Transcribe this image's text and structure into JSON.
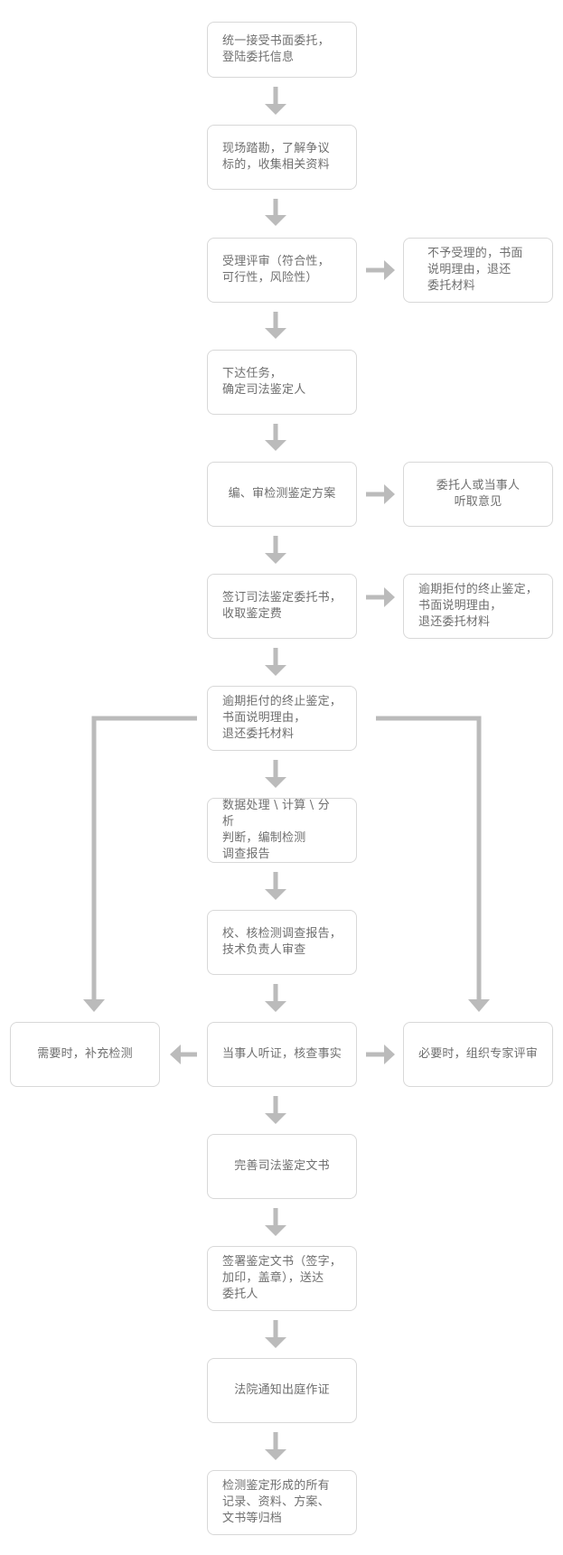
{
  "steps": [
    {
      "label": "统一接受书面委托，\n登陆委托信息"
    },
    {
      "label": "现场踏勘，了解争议\n标的，收集相关资料"
    },
    {
      "label": "受理评审（符合性，\n可行性，风险性）"
    },
    {
      "label": "下达任务，\n确定司法鉴定人"
    },
    {
      "label": "编、审检测鉴定方案"
    },
    {
      "label": "签订司法鉴定委托书，\n收取鉴定费"
    },
    {
      "label": "逾期拒付的终止鉴定，\n书面说明理由，\n退还委托材料"
    },
    {
      "label": "数据处理 \\ 计算 \\ 分析\n判断，编制检测\n调查报告"
    },
    {
      "label": "校、核检测调查报告，\n技术负责人审查"
    },
    {
      "label": "当事人听证，核查事实"
    },
    {
      "label": "完善司法鉴定文书"
    },
    {
      "label": "签署鉴定文书（签字，\n加印，盖章），送达\n委托人"
    },
    {
      "label": "法院通知出庭作证"
    },
    {
      "label": "检测鉴定形成的所有\n记录、资料、方案、\n文书等归档"
    }
  ],
  "side_notes": {
    "reject": {
      "label": "不予受理的，书面\n说明理由，退还\n委托材料"
    },
    "opinion": {
      "label": "委托人或当事人\n听取意见"
    },
    "terminate": {
      "label": "逾期拒付的终止鉴定，\n书面说明理由，\n退还委托材料"
    },
    "supplement": {
      "label": "需要时，补充检测"
    },
    "expert": {
      "label": "必要时，组织专家评审"
    }
  },
  "colors": {
    "border": "#d8d8d8",
    "text": "#6f6f6f",
    "arrow": "#bbbbbb"
  }
}
